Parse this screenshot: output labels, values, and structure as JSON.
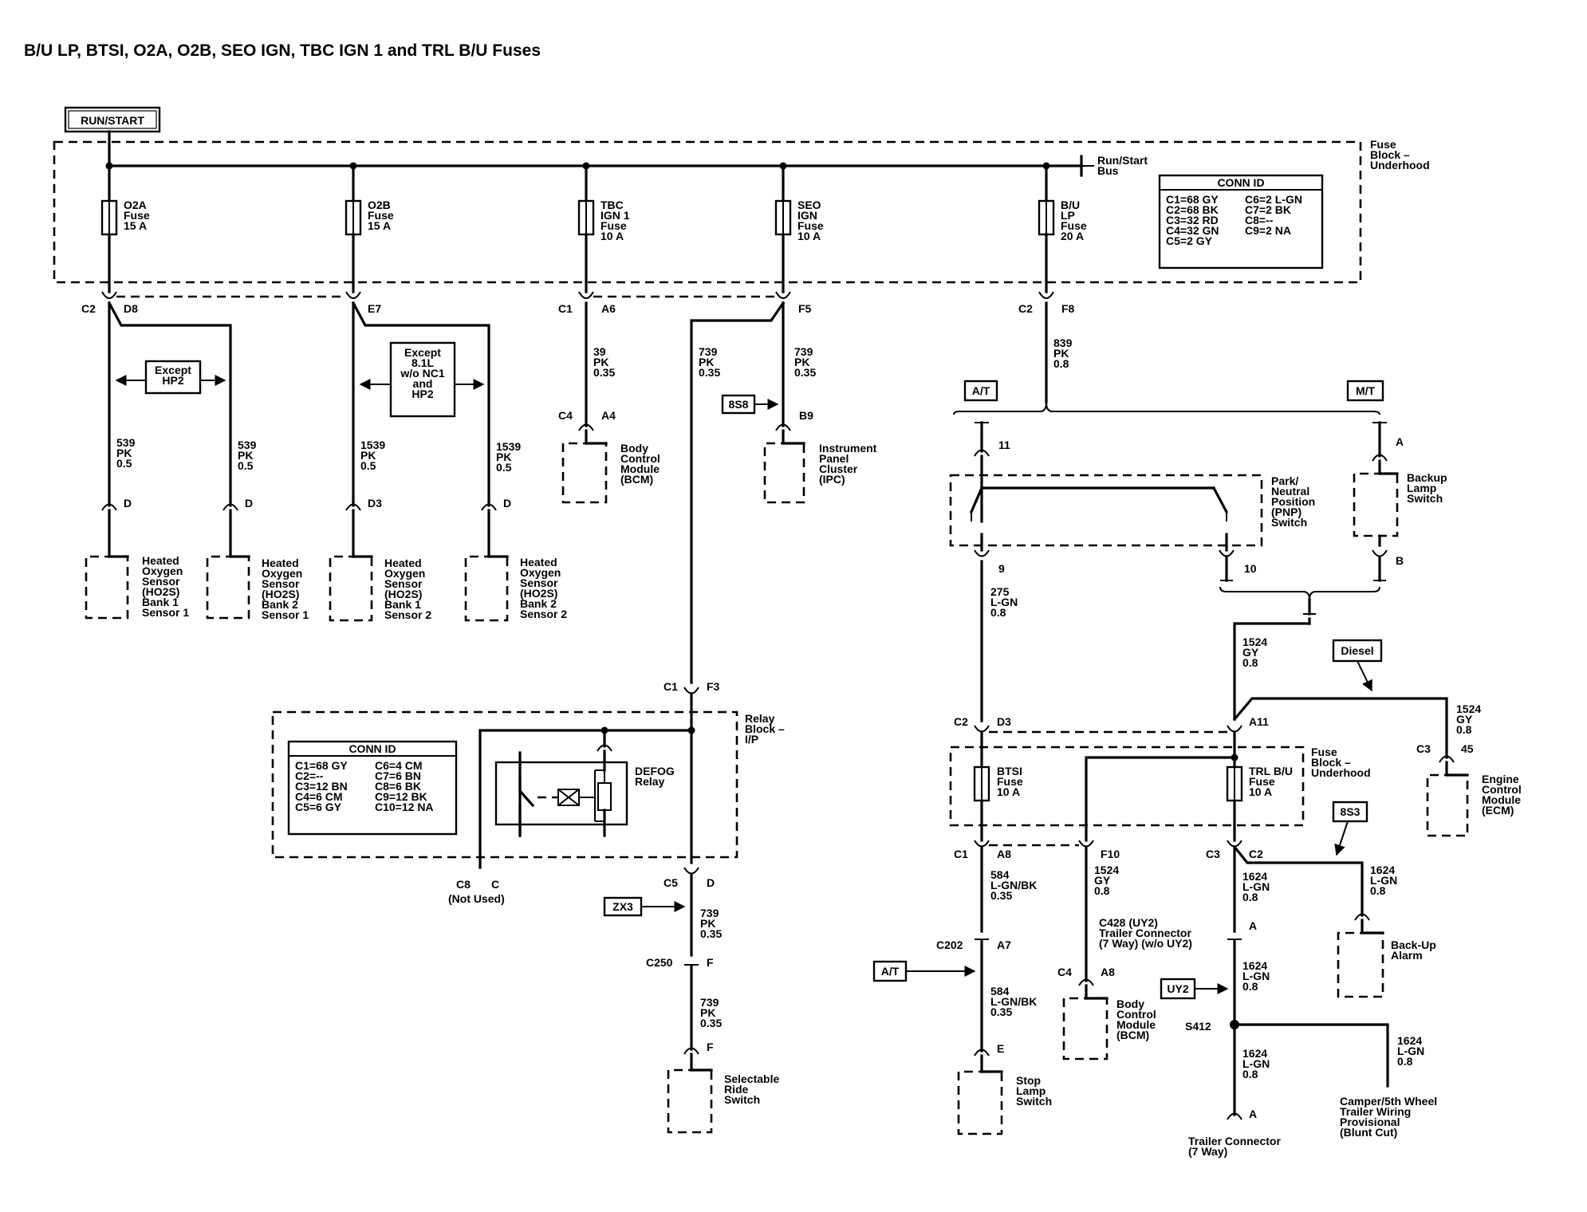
{
  "title": "B/U LP, BTSI, O2A, O2B, SEO IGN, TBC IGN 1 and TRL B/U Fuses",
  "labels": {
    "run_start": "RUN/START",
    "run_start_bus": "Run/Start\nBus",
    "fuse_block_top": "Fuse\nBlock –\nUnderhood",
    "conn_top_title": "CONN ID",
    "conn_top_rows": "C1=68 GY\nC2=68 BK\nC3=32 RD\nC4=32 GN\nC5=2 GY",
    "conn_top_rows2": "C6=2 L-GN\nC7=2 BK\nC8=--\nC9=2 NA",
    "fuse_o2a": "O2A\nFuse\n15 A",
    "fuse_o2b": "O2B\nFuse\n15 A",
    "fuse_tbc": "TBC\nIGN 1\nFuse\n10 A",
    "fuse_seo": "SEO\nIGN\nFuse\n10 A",
    "fuse_bulp": "B/U\nLP\nFuse\n20 A",
    "c2_d8": "C2",
    "d8": "D8",
    "e7": "E7",
    "c1_a6": "C1",
    "a6": "A6",
    "f5": "F5",
    "c2_f8": "C2",
    "f8": "F8",
    "except_hp2": "Except\nHP2",
    "except_81l": "Except\n8.1L\nw/o NC1\nand\nHP2",
    "wire_539a": "539\nPK\n0.5",
    "wire_539b": "539\nPK\n0.5",
    "wire_1539a": "1539\nPK\n0.5",
    "wire_1539b": "1539\nPK\n0.5",
    "wire_39": "39\nPK\n0.35",
    "wire_739a": "739\nPK\n0.35",
    "wire_739b": "739\nPK\n0.35",
    "wire_839": "839\nPK\n0.8",
    "d1": "D",
    "d2": "D",
    "d3": "D3",
    "d4": "D",
    "ho2s_b1s1": "Heated\nOxygen\nSensor\n(HO2S)\nBank 1\nSensor 1",
    "ho2s_b2s1": "Heated\nOxygen\nSensor\n(HO2S)\nBank 2\nSensor 1",
    "ho2s_b1s2": "Heated\nOxygen\nSensor\n(HO2S)\nBank 1\nSensor 2",
    "ho2s_b2s2": "Heated\nOxygen\nSensor\n(HO2S)\nBank 2\nSensor 2",
    "c4_a4": "C4",
    "a4": "A4",
    "bcm_top": "Body\nControl\nModule\n(BCM)",
    "tag_8s8": "8S8",
    "b9": "B9",
    "ipc": "Instrument\nPanel\nCluster\n(IPC)",
    "tag_at_top": "A/T",
    "tag_mt": "M/T",
    "pin_11": "11",
    "pin_a_bl": "A",
    "pnp": "Park/\nNeutral\nPosition\n(PNP)\nSwitch",
    "backup_switch": "Backup\nLamp\nSwitch",
    "pin_9": "9",
    "pin_10": "10",
    "pin_b_bl": "B",
    "wire_275": "275\nL-GN\n0.8",
    "wire_1524a": "1524\nGY\n0.8",
    "tag_diesel": "Diesel",
    "wire_1524b": "1524\nGY\n0.8",
    "c3_45": "C3",
    "pin_45": "45",
    "ecm": "Engine\nControl\nModule\n(ECM)",
    "c1_f3": "C1",
    "f3": "F3",
    "relay_block": "Relay\nBlock –\nI/P",
    "conn_relay_title": "CONN ID",
    "conn_relay_rows": "C1=68 GY\nC2=--\nC3=12 BN\nC4=6 CM\nC5=6 GY",
    "conn_relay_rows2": "C6=4 CM\nC7=6 BN\nC8=6 BK\nC9=12 BK\nC10=12 NA",
    "defog_relay": "DEFOG\nRelay",
    "c8_c": "C8",
    "pin_c": "C",
    "not_used": "(Not Used)",
    "c5_d": "C5",
    "pin_d5": "D",
    "tag_zx3": "ZX3",
    "c250": "C250",
    "pin_f250": "F",
    "wire_739c": "739\nPK\n0.35",
    "wire_739d": "739\nPK\n0.35",
    "pin_f_srs": "F",
    "srs": "Selectable\nRide\nSwitch",
    "c2_d3": "C2",
    "a11": "A11",
    "fuse_block_bot": "Fuse\nBlock –\nUnderhood",
    "fuse_btsi": "BTSI\nFuse\n10 A",
    "fuse_trl": "TRL B/U\nFuse\n10 A",
    "c1_a8": "C1",
    "a8": "A8",
    "f10": "F10",
    "c3_c2": "C3",
    "pin_c2": "C2",
    "tag_8s3": "8S3",
    "wire_584a": "584\nL-GN/BK\n0.35",
    "wire_1524c": "1524\nGY\n0.8",
    "wire_1624a": "1624\nL-GN\n0.8",
    "wire_1624b": "1624\nL-GN\n0.8",
    "c428": "C428 (UY2)\nTrailer Connector\n(7 Way) (w/o UY2)",
    "pin_a_c428": "A",
    "backup_alarm": "Back-Up\nAlarm",
    "c202": "C202",
    "a7": "A7",
    "tag_at_bot": "A/T",
    "c4_a8": "C4",
    "pin_a8b": "A8",
    "wire_584b": "584\nL-GN/BK\n0.35",
    "bcm_bot": "Body\nControl\nModule\n(BCM)",
    "tag_uy2": "UY2",
    "wire_1624c": "1624\nL-GN\n0.8",
    "s412": "S412",
    "pin_e": "E",
    "stop_lamp": "Stop\nLamp\nSwitch",
    "wire_1624d": "1624\nL-GN\n0.8",
    "wire_1624e": "1624\nL-GN\n0.8",
    "camper": "Camper/5th Wheel\nTrailer Wiring\nProvisional\n(Blunt Cut)",
    "pin_a_trl": "A",
    "trailer_conn": "Trailer Connector\n(7 Way)"
  }
}
